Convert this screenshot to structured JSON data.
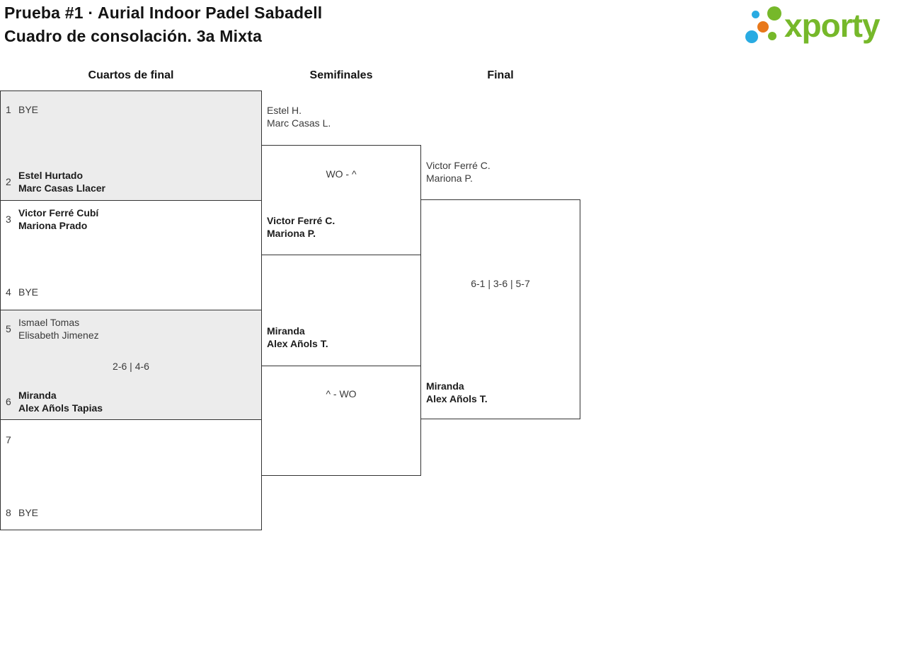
{
  "header": {
    "title_line1": "Prueba #1 · Aurial Indoor Padel Sabadell",
    "title_line2": "Cuadro de consolación. 3a Mixta"
  },
  "logo": {
    "text": "xporty",
    "green": "#76b82a",
    "blue": "#29abe2",
    "orange": "#e8781b"
  },
  "columns": {
    "quarterfinals": "Cuartos de final",
    "semifinals": "Semifinales",
    "final": "Final"
  },
  "quarterfinals": [
    {
      "seed_top": "1",
      "team_top_line1": "BYE",
      "team_top_line2": "",
      "score": "",
      "seed_bottom": "2",
      "team_bottom_line1": "Estel Hurtado",
      "team_bottom_line2": "Marc Casas Llacer"
    },
    {
      "seed_top": "3",
      "team_top_line1": "Victor Ferré Cubí",
      "team_top_line2": "Mariona Prado",
      "score": "",
      "seed_bottom": "4",
      "team_bottom_line1": "BYE",
      "team_bottom_line2": ""
    },
    {
      "seed_top": "5",
      "team_top_line1": "Ismael Tomas",
      "team_top_line2": "Elisabeth Jimenez",
      "score": "2-6 | 4-6",
      "seed_bottom": "6",
      "team_bottom_line1": "Miranda",
      "team_bottom_line2": "Alex Añols Tapias"
    },
    {
      "seed_top": "7",
      "team_top_line1": "",
      "team_top_line2": "",
      "score": "",
      "seed_bottom": "8",
      "team_bottom_line1": "BYE",
      "team_bottom_line2": ""
    }
  ],
  "semifinals": [
    {
      "team_top_line1": "Estel H.",
      "team_top_line2": "Marc Casas L.",
      "score": "WO - ^",
      "team_bottom_line1": "Victor Ferré C.",
      "team_bottom_line2": "Mariona P."
    },
    {
      "team_top_line1": "Miranda",
      "team_top_line2": "Alex Añols T.",
      "score": "^ - WO",
      "team_bottom_line1": "",
      "team_bottom_line2": ""
    }
  ],
  "final": {
    "team_top_line1": "Victor Ferré C.",
    "team_top_line2": "Mariona P.",
    "score": "6-1 | 3-6 | 5-7",
    "team_bottom_line1": "Miranda",
    "team_bottom_line2": "Alex Añols T."
  }
}
